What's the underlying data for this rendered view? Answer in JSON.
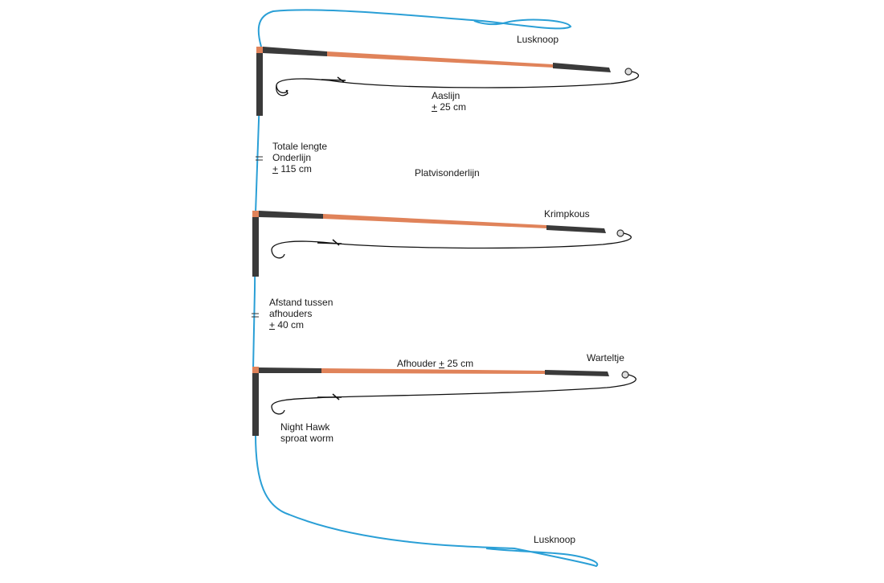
{
  "diagram": {
    "colors": {
      "mainline": "#2a9fd6",
      "boom": "#e0835a",
      "tube": "#3a3a3a",
      "hooklength": "#111111"
    },
    "labels": {
      "lusknoop_top": "Lusknoop",
      "aaslijn": "Aaslijn",
      "aaslijn_pm": "+",
      "aaslijn_value": " 25 cm",
      "totale_1": "Totale lengte",
      "totale_2": "Onderlijn",
      "totale_pm": "+",
      "totale_value": " 115 cm",
      "platvis": "Platvisonderlijn",
      "krimpkous": "Krimpkous",
      "afstand_1": "Afstand tussen",
      "afstand_2": "afhouders",
      "afstand_pm": "+",
      "afstand_value": " 40 cm",
      "afhouder_text": "Afhouder ",
      "afhouder_pm": "+",
      "afhouder_value": " 25 cm",
      "warteltje": "Warteltje",
      "nighthawk_1": "Night Hawk",
      "nighthawk_2": "sproat worm",
      "lusknoop_bottom": "Lusknoop"
    }
  }
}
